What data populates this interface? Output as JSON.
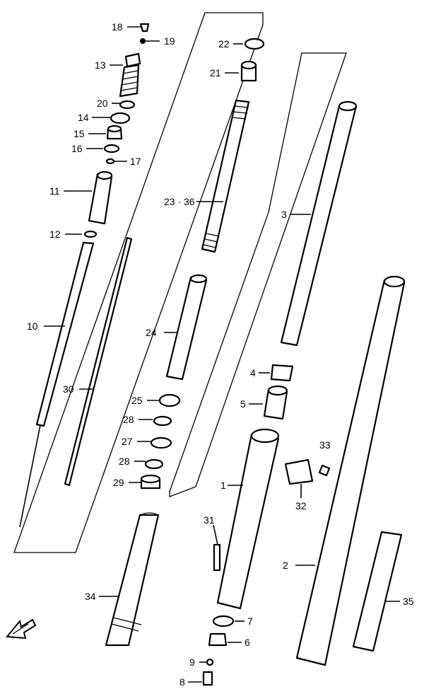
{
  "diagram": {
    "callouts": [
      {
        "id": "c18",
        "text": "18"
      },
      {
        "id": "c19",
        "text": "19"
      },
      {
        "id": "c22",
        "text": "22"
      },
      {
        "id": "c13",
        "text": "13"
      },
      {
        "id": "c21",
        "text": "21"
      },
      {
        "id": "c20",
        "text": "20"
      },
      {
        "id": "c14",
        "text": "14"
      },
      {
        "id": "c15",
        "text": "15"
      },
      {
        "id": "c16",
        "text": "16"
      },
      {
        "id": "c17",
        "text": "17"
      },
      {
        "id": "c11",
        "text": "11"
      },
      {
        "id": "c23",
        "text": "23 · 36"
      },
      {
        "id": "c3",
        "text": "3"
      },
      {
        "id": "c12",
        "text": "12"
      },
      {
        "id": "c10",
        "text": "10"
      },
      {
        "id": "c24",
        "text": "24"
      },
      {
        "id": "c4",
        "text": "4"
      },
      {
        "id": "c30",
        "text": "30"
      },
      {
        "id": "c5",
        "text": "5"
      },
      {
        "id": "c25",
        "text": "25"
      },
      {
        "id": "c28a",
        "text": "28"
      },
      {
        "id": "c27",
        "text": "27"
      },
      {
        "id": "c33",
        "text": "33"
      },
      {
        "id": "c28b",
        "text": "28"
      },
      {
        "id": "c29",
        "text": "29"
      },
      {
        "id": "c1",
        "text": "1"
      },
      {
        "id": "c32",
        "text": "32"
      },
      {
        "id": "c31",
        "text": "31"
      },
      {
        "id": "c2",
        "text": "2"
      },
      {
        "id": "c34",
        "text": "34"
      },
      {
        "id": "c35",
        "text": "35"
      },
      {
        "id": "c7",
        "text": "7"
      },
      {
        "id": "c6",
        "text": "6"
      },
      {
        "id": "c9",
        "text": "9"
      },
      {
        "id": "c8",
        "text": "8"
      }
    ],
    "direction_icon": "front-arrow-icon"
  }
}
